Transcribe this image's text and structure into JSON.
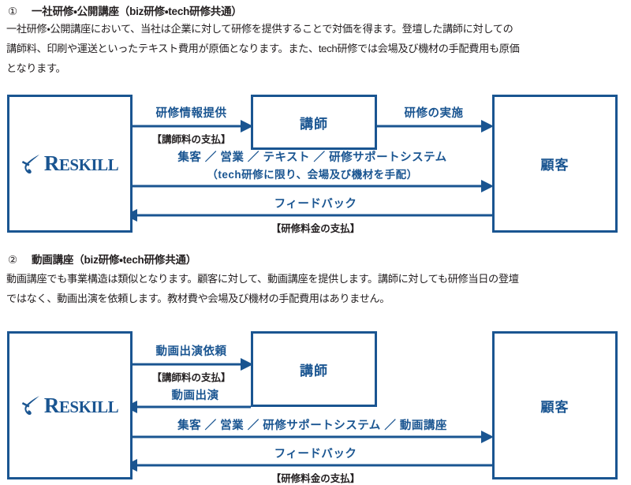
{
  "sections": [
    {
      "number": "①",
      "heading": "一社研修・公開講座（biz研修・tech研修共通）",
      "body_lines": [
        "一社研修・公開講座において、当社は企業に対して研修を提供することで対価を得ます。登壇した講師に対しての",
        "講師料、印刷や運送といったテキスト費用が原価となります。また、tech研修では会場及び機材の手配費用も原価",
        "となります。"
      ]
    },
    {
      "number": "②",
      "heading": "動画講座（biz研修・tech研修共通）",
      "body_lines": [
        "動画講座でも事業構造は類似となります。顧客に対して、動画講座を提供します。講師に対しても研修当日の登壇",
        "ではなく、動画出演を依頼します。教材費や会場及び機材の手配費用はありません。"
      ]
    }
  ],
  "colors": {
    "brand_blue": "#1a5591",
    "text_black": "#231f20",
    "white": "#ffffff"
  },
  "diagram1": {
    "nodes": {
      "company": {
        "logo_text_r": "R",
        "logo_text_eskill": "ESKILL",
        "name": "RESKILL"
      },
      "instructor": "講師",
      "customer": "顧客"
    },
    "flows": [
      {
        "label": "研修情報提供",
        "sublabel": "【講師料の支払】",
        "direction": "right",
        "from": "company",
        "to": "instructor"
      },
      {
        "label": "研修の実施",
        "sublabel": "",
        "direction": "right",
        "from": "instructor",
        "to": "customer"
      },
      {
        "label": "集客 ／ 営業 ／ テキスト ／ 研修サポートシステム",
        "label2": "（tech研修に限り、会場及び機材を手配）",
        "sublabel": "",
        "direction": "right",
        "from": "company",
        "to": "customer"
      },
      {
        "label": "フィードバック",
        "sublabel": "【研修料金の支払】",
        "direction": "left",
        "from": "customer",
        "to": "company"
      }
    ]
  },
  "diagram2": {
    "nodes": {
      "company": {
        "logo_text_r": "R",
        "logo_text_eskill": "ESKILL",
        "name": "RESKILL"
      },
      "instructor": "講師",
      "customer": "顧客"
    },
    "flows": [
      {
        "label": "動画出演依頼",
        "sublabel": "【講師料の支払】",
        "direction": "right",
        "from": "company",
        "to": "instructor"
      },
      {
        "label": "動画出演",
        "sublabel": "",
        "direction": "left",
        "from": "instructor",
        "to": "company"
      },
      {
        "label": "集客 ／ 営業 ／ 研修サポートシステム ／ 動画講座",
        "sublabel": "",
        "direction": "right",
        "from": "company",
        "to": "customer"
      },
      {
        "label": "フィードバック",
        "sublabel": "【研修料金の支払】",
        "direction": "left",
        "from": "customer",
        "to": "company"
      }
    ]
  }
}
